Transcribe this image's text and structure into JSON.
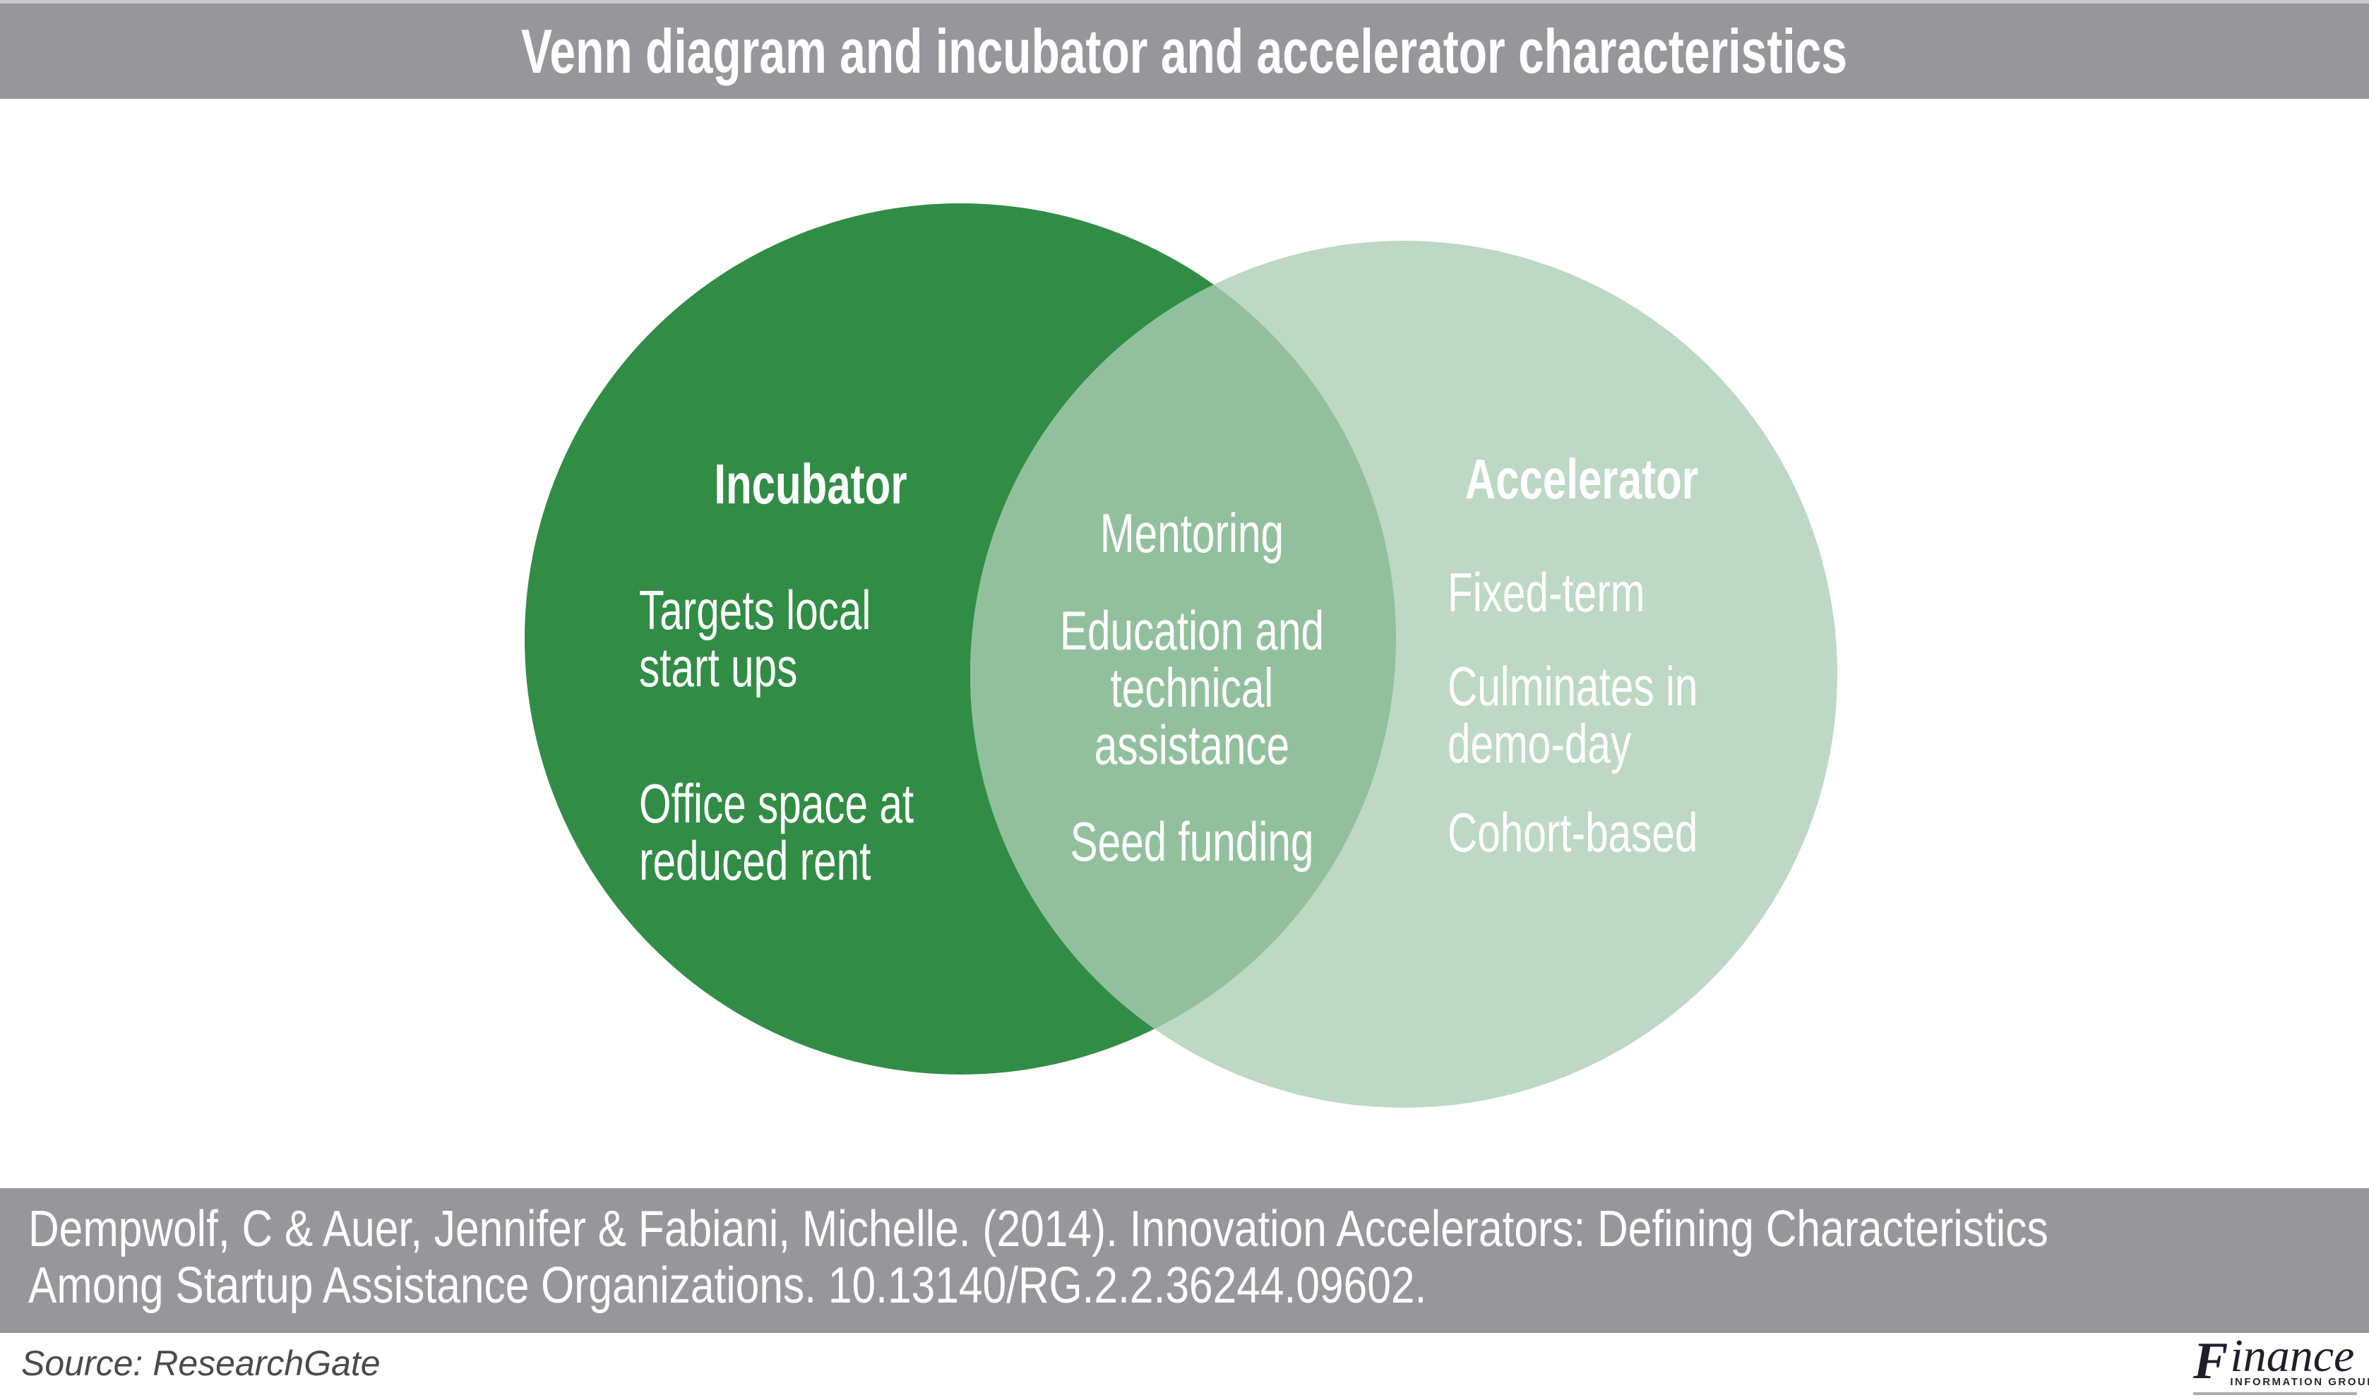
{
  "title": "Venn diagram and incubator and accelerator characteristics",
  "venn": {
    "left": {
      "heading": "Incubator",
      "item1": "Targets local\nstart ups",
      "item2": "Office space at\nreduced rent"
    },
    "overlap": {
      "item1": "Mentoring",
      "item2": "Education and\ntechnical\nassistance",
      "item3": "Seed funding"
    },
    "right": {
      "heading": "Accelerator",
      "item1": "Fixed-term",
      "item2": "Culminates in\ndemo-day",
      "item3": "Cohort-based"
    },
    "colors": {
      "incubator_fill": "#318D45",
      "overlap_fill": "#92C09D",
      "accelerator_fill": "#BDD8C4",
      "bar_gray": "#97979B",
      "text_on_circles": "#FFFFFF"
    }
  },
  "citation": {
    "line1": "Dempwolf, C & Auer, Jennifer & Fabiani, Michelle. (2014). Innovation Accelerators: Defining Characteristics",
    "line2": "Among Startup Assistance Organizations. 10.13140/RG.2.2.36244.09602."
  },
  "footer": {
    "source": "Source: ResearchGate",
    "logo": {
      "initial": "F",
      "rest": "inance",
      "subtitle": "INFORMATION GROUP"
    }
  }
}
